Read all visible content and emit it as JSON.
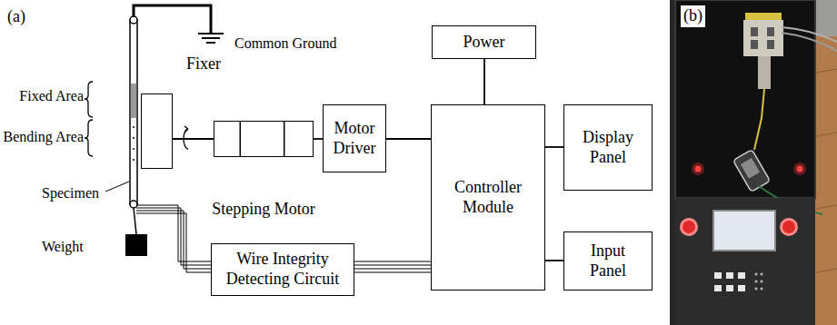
{
  "diagram": {
    "nodes": [
      {
        "text": [
          "Fixer"
        ]
      },
      {
        "text": [
          "Stepping Motor"
        ]
      },
      {
        "text": [
          "Motor Driver"
        ]
      },
      {
        "text": [
          "Power"
        ]
      },
      {
        "text": [
          "Controller Module"
        ]
      },
      {
        "text": [
          "Display Panel"
        ]
      },
      {
        "text": [
          "Input Panel"
        ]
      },
      {
        "text": [
          "Wire Integrity Detecting Circuit"
        ]
      }
    ],
    "edges": [
      {
        "from": 0,
        "to": 1,
        "arrow": "none"
      },
      {
        "from": 1,
        "to": 2,
        "arrow": "none"
      },
      {
        "from": 2,
        "to": 4,
        "arrow": "none"
      },
      {
        "from": 3,
        "to": 4,
        "arrow": "none"
      },
      {
        "from": 4,
        "to": 5,
        "arrow": "none"
      },
      {
        "from": 4,
        "to": 6,
        "arrow": "none"
      },
      {
        "from": 7,
        "to": 4,
        "arrow": "none"
      }
    ],
    "labels": [
      "(a)",
      "Common Ground",
      "Fixed Area",
      "Bending Area",
      "Specimen",
      "Weight",
      "(b)"
    ]
  }
}
